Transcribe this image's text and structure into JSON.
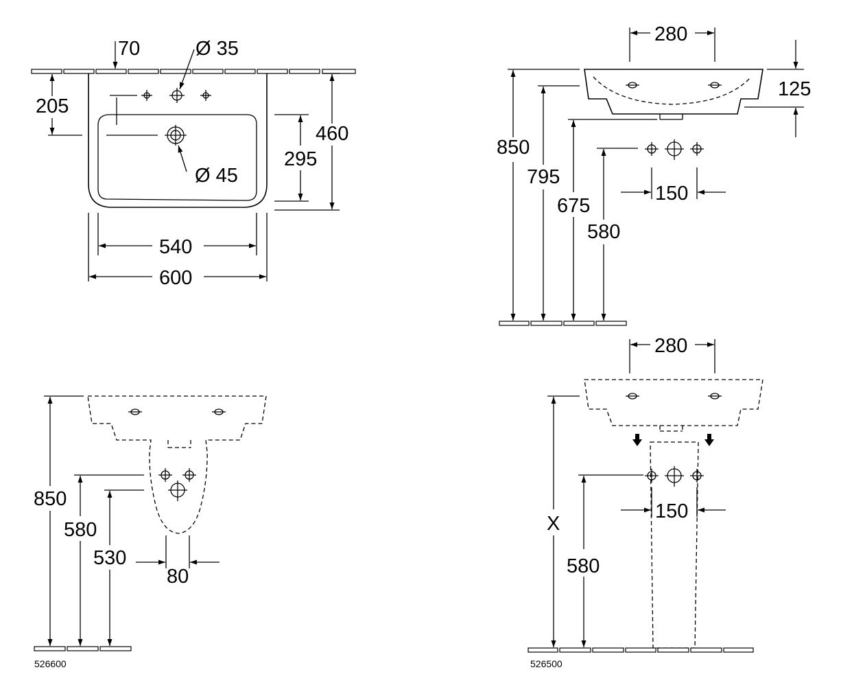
{
  "views": {
    "top": {
      "labels": {
        "d70": "70",
        "dia35": "Ø 35",
        "d205": "205",
        "d460": "460",
        "d295": "295",
        "dia45": "Ø 45",
        "d540": "540",
        "d600": "600"
      }
    },
    "side": {
      "labels": {
        "d280": "280",
        "d125": "125",
        "d850": "850",
        "d795": "795",
        "d675": "675",
        "d580": "580",
        "d150": "150"
      }
    },
    "half_pedestal": {
      "labels": {
        "d850": "850",
        "d580": "580",
        "d530": "530",
        "d80": "80"
      },
      "code": "526600"
    },
    "full_pedestal": {
      "labels": {
        "d280": "280",
        "x": "X",
        "d580": "580",
        "d150": "150"
      },
      "code": "526500"
    }
  }
}
